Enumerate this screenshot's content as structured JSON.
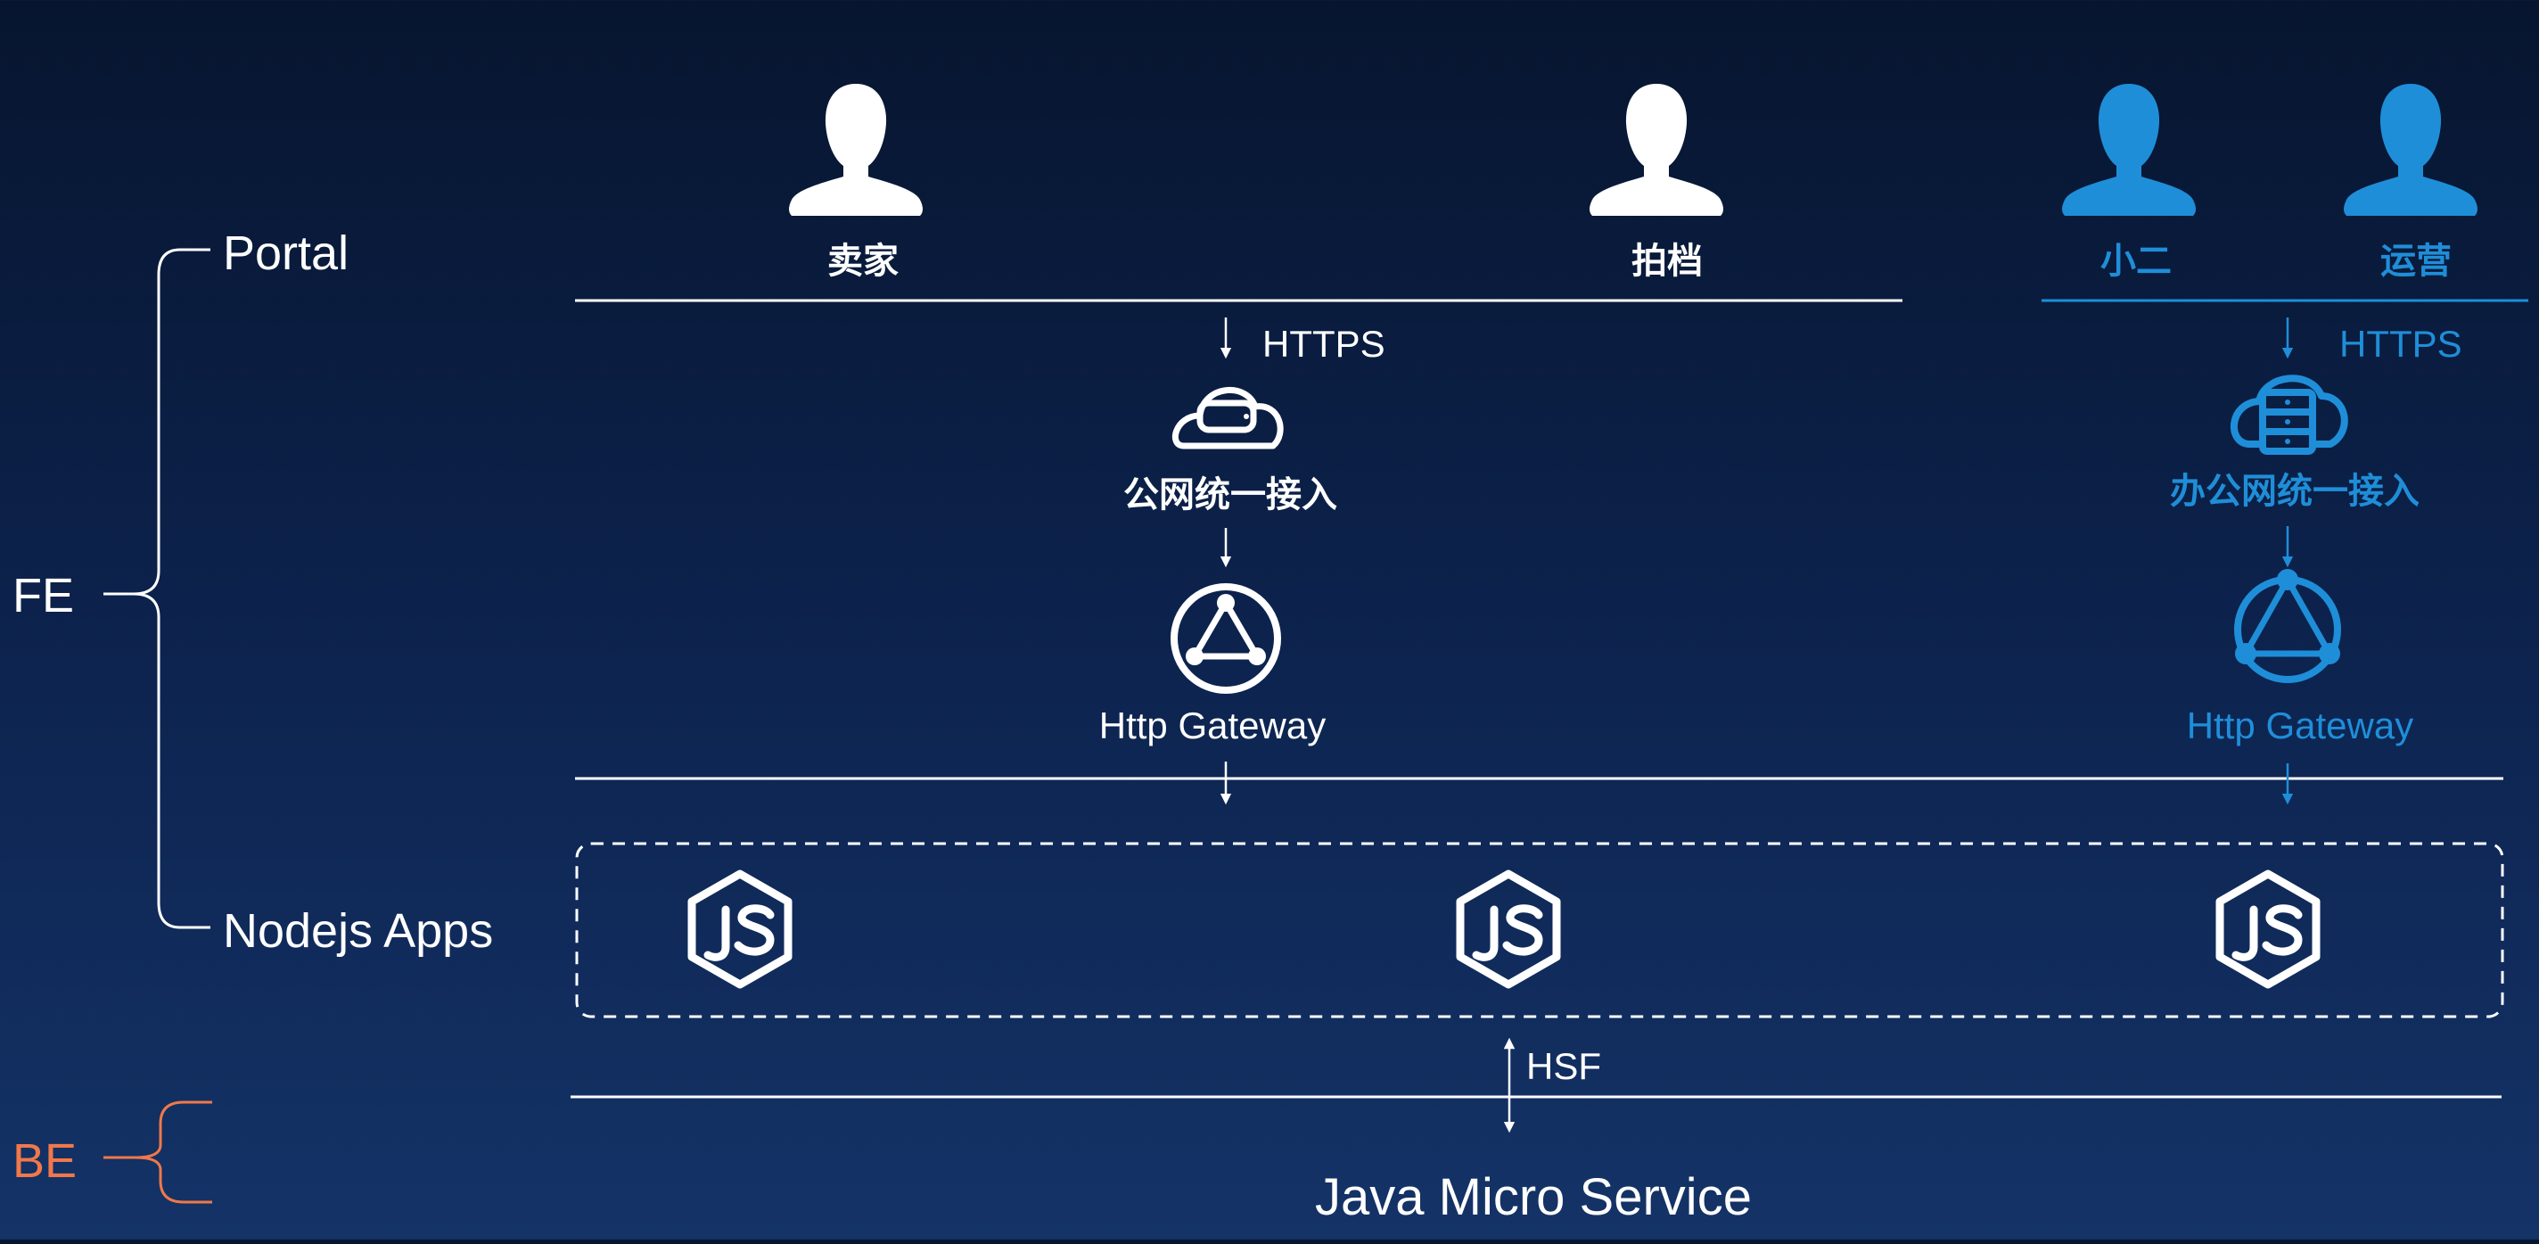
{
  "colors": {
    "white": "#ffffff",
    "accent_blue": "#1f8ed8",
    "accent_orange": "#f0784a",
    "background_top": "#07152f",
    "background_bottom": "#143367"
  },
  "layers": {
    "fe": "FE",
    "be": "BE",
    "portal": "Portal",
    "nodejs_apps": "Nodejs Apps"
  },
  "users": {
    "seller": "卖家",
    "partner": "拍档",
    "staff": "小二",
    "operations": "运营"
  },
  "public_path": {
    "protocol": "HTTPS",
    "access": "公网统一接入",
    "gateway": "Http Gateway"
  },
  "office_path": {
    "protocol": "HTTPS",
    "access": "办公网统一接入",
    "gateway": "Http Gateway"
  },
  "backend": {
    "protocol": "HSF",
    "service": "Java Micro Service"
  },
  "icons": {
    "user": "user-icon",
    "public_cloud": "cloud-server-icon",
    "office_cloud": "cloud-server-rack-icon",
    "gateway": "gateway-network-icon",
    "nodejs": "nodejs-logo-icon"
  }
}
